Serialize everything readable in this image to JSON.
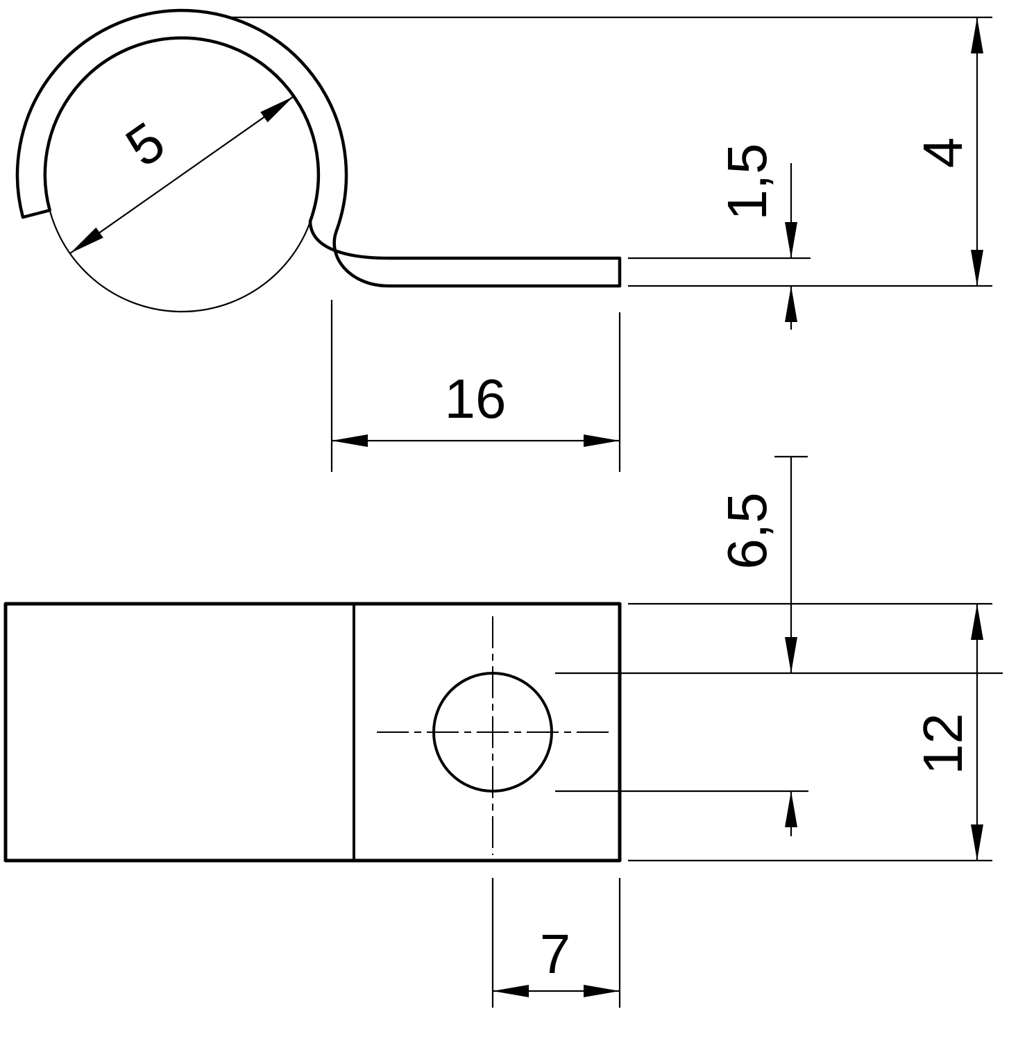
{
  "page": {
    "background": "#ffffff",
    "line_color": "#000000"
  },
  "drawing": {
    "kind": "two-view dimensioned technical drawing of a one-piece metal clamp clip",
    "labels": {
      "clamp_diameter": "5",
      "leg_length": "16",
      "material_thickness": "1,5",
      "height": "4",
      "hole_diameter": "6,5",
      "strap_width": "12",
      "hole_offset": "7"
    }
  }
}
